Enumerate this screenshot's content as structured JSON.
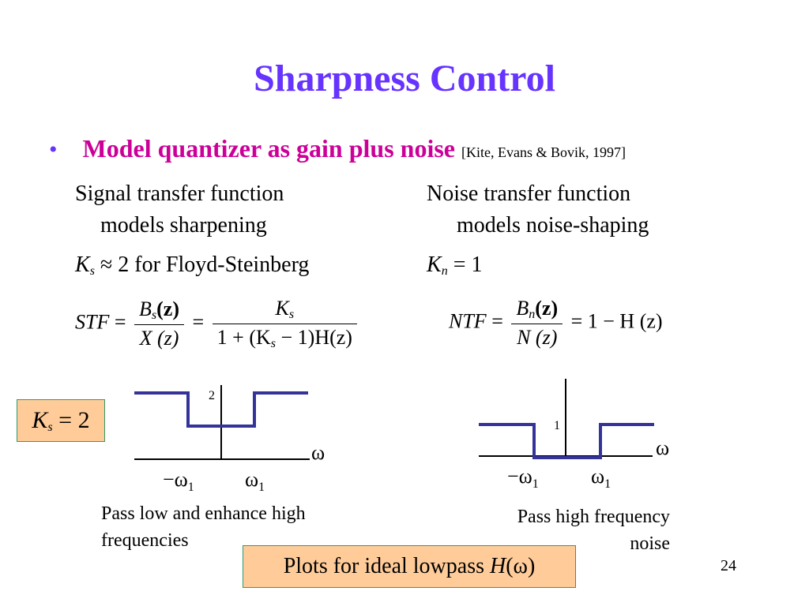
{
  "title": "Sharpness Control",
  "bullet": {
    "main": "Model quantizer as gain plus noise",
    "citation": "[Kite, Evans & Bovik, 1997]"
  },
  "left": {
    "heading_line1": "Signal transfer function",
    "heading_line2": "models sharpening",
    "gain_symbol": "K",
    "gain_sub": "s",
    "gain_text": " ≈ 2 for Floyd-Steinberg",
    "caption_line1": "Pass low and enhance high",
    "caption_line2": "frequencies",
    "plot": {
      "level_label": "2",
      "omega_label": "ω",
      "neg_cutoff": "−ω",
      "pos_cutoff": "ω",
      "cutoff_sub": "1"
    }
  },
  "right": {
    "heading_line1": "Noise transfer function",
    "heading_line2": "models noise-shaping",
    "gain_symbol": "K",
    "gain_sub": "n",
    "gain_text": " = 1",
    "caption_line1": "Pass high frequency",
    "caption_line2": "noise",
    "plot": {
      "level_label": "1",
      "omega_label": "ω",
      "neg_cutoff": "−ω",
      "pos_cutoff": "ω",
      "cutoff_sub": "1"
    }
  },
  "equations": {
    "stf_lhs": "STF",
    "stf_num1_B": "B",
    "stf_num1_sub": "s",
    "stf_num1_arg": "(z)",
    "stf_den1": "X (z)",
    "stf_num2_K": "K",
    "stf_num2_sub": "s",
    "stf_den2": "1 + (K",
    "stf_den2_sub": "s",
    "stf_den2_tail": " − 1)H(z)",
    "ntf_lhs": "NTF",
    "ntf_num_B": "B",
    "ntf_num_sub": "n",
    "ntf_num_arg": "(z)",
    "ntf_den": "N (z)",
    "ntf_rhs": "= 1 − H (z)",
    "eq_sign": "="
  },
  "box_ks": {
    "symbol": "K",
    "sub": "s",
    "text": " = 2"
  },
  "box_plots": {
    "text": "Plots for ideal lowpass ",
    "H": "H",
    "arg": "(ω)"
  },
  "page_number": "24",
  "colors": {
    "title": "#6633ff",
    "bullet_text": "#cc0099",
    "plot_line": "#333399",
    "box_fill": "#ffcc99",
    "box_border": "#339966"
  }
}
